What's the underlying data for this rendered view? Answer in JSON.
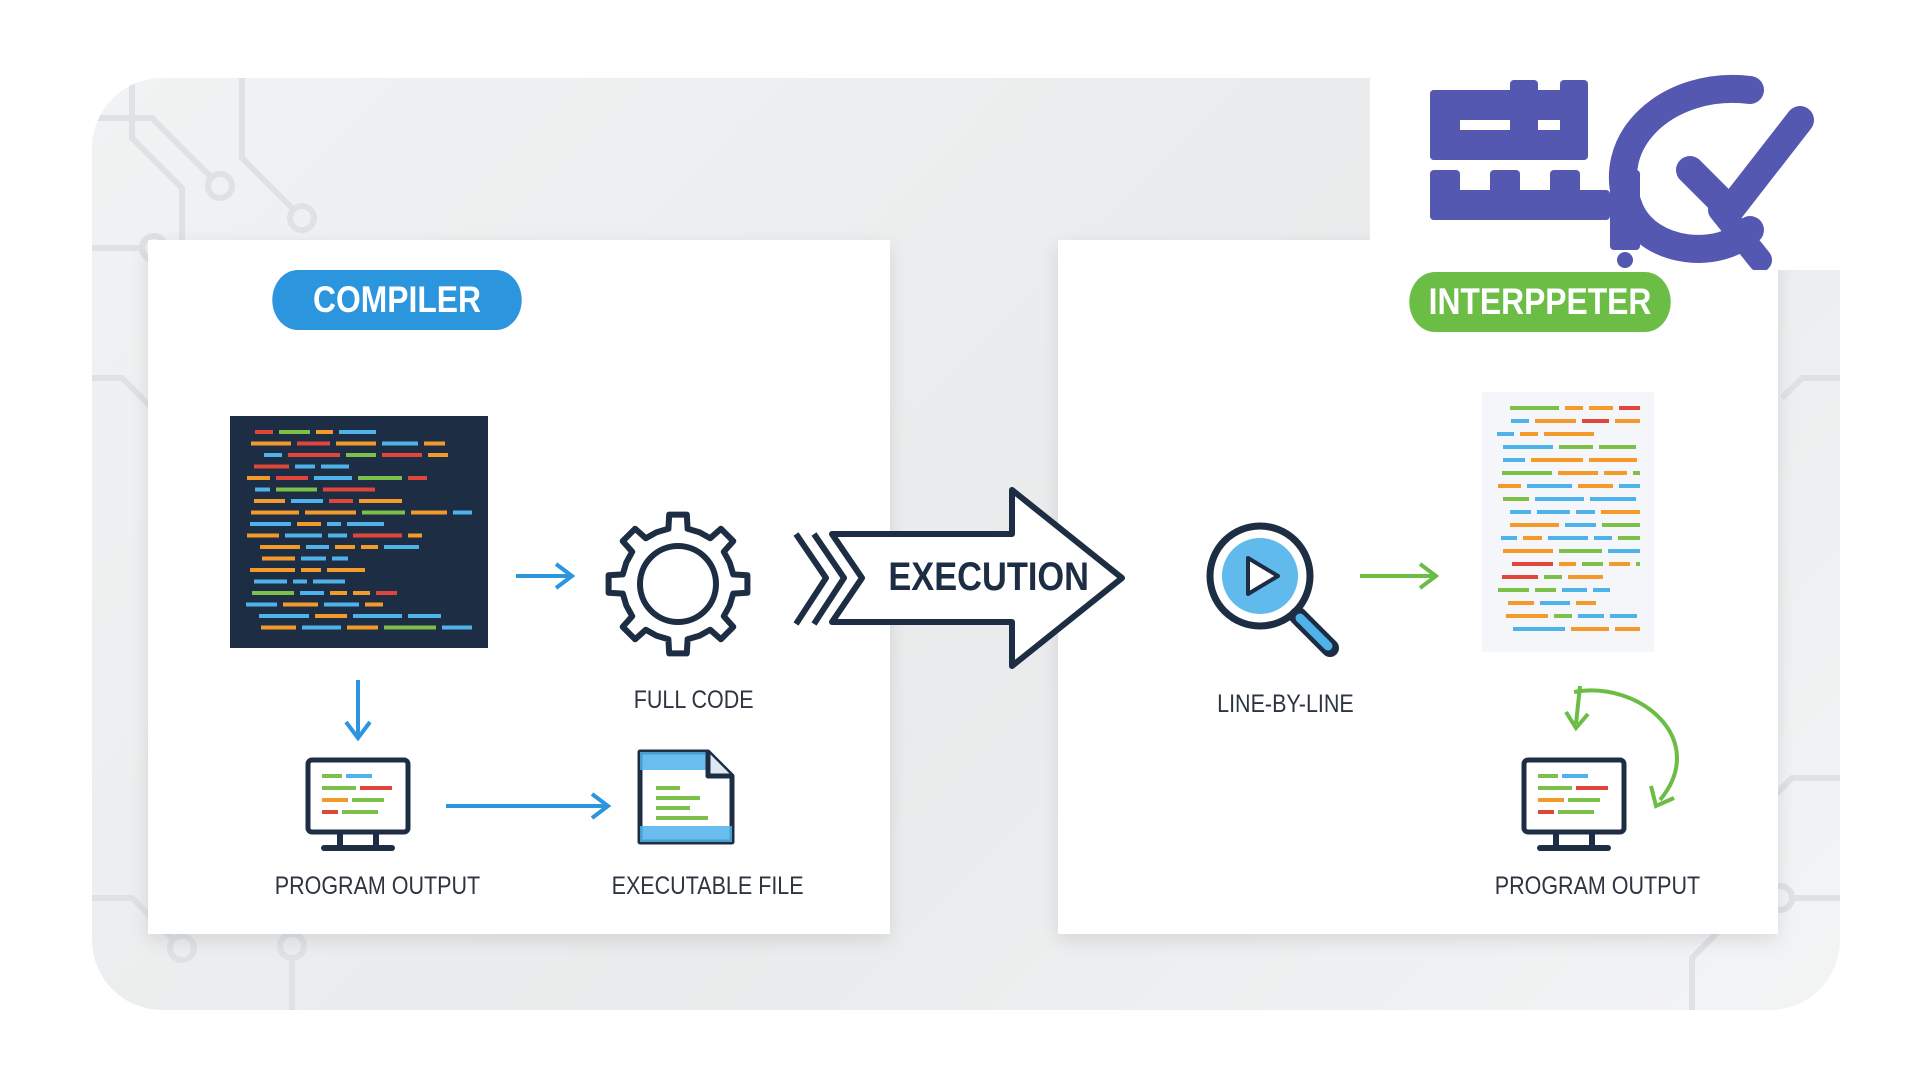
{
  "compiler": {
    "title": "COMPILER",
    "full_code_label": "FULL CODE",
    "program_output_label": "PROGRAM OUTPUT",
    "executable_file_label": "EXECUTABLE FILE"
  },
  "execution": {
    "label": "EXECUTION"
  },
  "interpreter": {
    "title": "INTERPPETER",
    "line_by_line_label": "LINE-BY-LINE",
    "program_output_label": "PROGRAM OUTPUT"
  },
  "logo": {
    "text": "یاس کد"
  },
  "colors": {
    "blue": "#2b95dd",
    "green": "#6cbd45",
    "dark_navy": "#1c2d44",
    "logo_purple": "#5558b0",
    "code_orange": "#f39a2b",
    "code_red": "#e0473a",
    "code_cyan": "#4fb3ea",
    "code_green": "#7cc04a"
  },
  "icons": [
    "code-screen-icon",
    "gear-icon",
    "monitor-icon",
    "file-icon",
    "search-play-icon",
    "code-document-icon",
    "execution-arrow-icon",
    "logo-icon"
  ]
}
